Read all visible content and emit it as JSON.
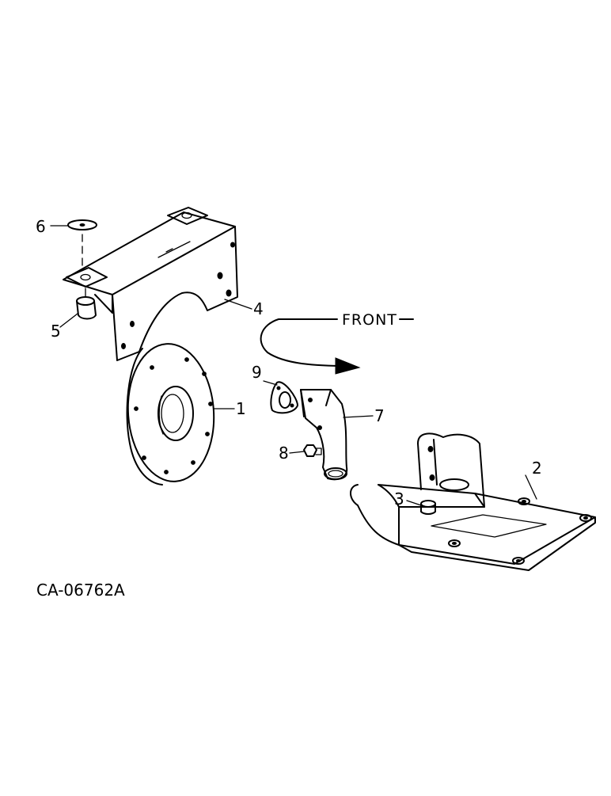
{
  "diagram": {
    "front_label": "FRONT",
    "drawing_code": "CA-06762A",
    "callouts": {
      "c1": "1",
      "c2": "2",
      "c3": "3",
      "c4": "4",
      "c5": "5",
      "c6": "6",
      "c7": "7",
      "c8": "8",
      "c9": "9"
    }
  }
}
